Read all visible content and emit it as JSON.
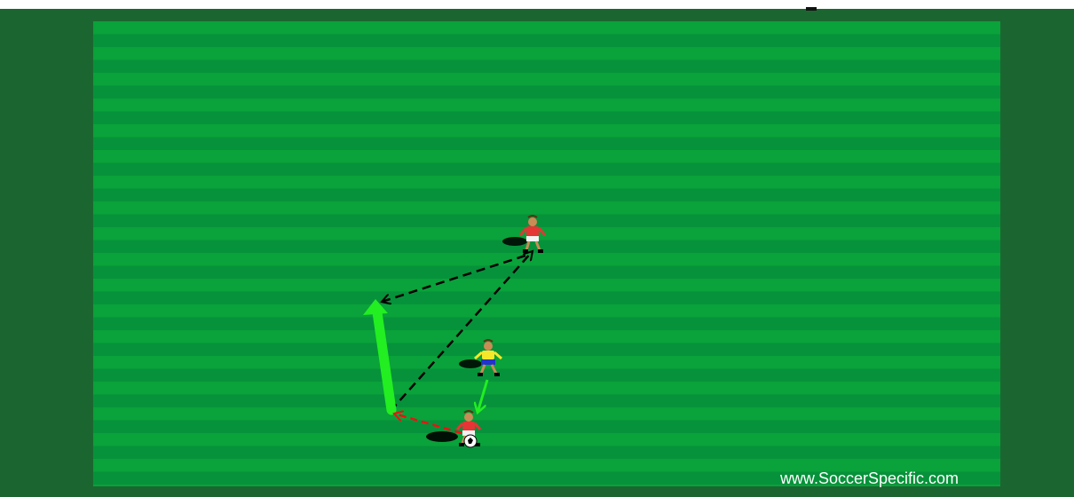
{
  "watermark": "www.SoccerSpecific.com",
  "colors": {
    "background": "#ffffff",
    "outer_field": "#1b6630",
    "pitch_light": "#0aa23a",
    "pitch_dark": "#06923a",
    "team_red_shirt": "#e53535",
    "team_red_shorts": "#f2f2f2",
    "team_yellow_shirt": "#f5e72a",
    "team_yellow_shorts": "#2233cc",
    "pass_arrow": "#000000",
    "run_arrow": "#22ee22",
    "dribble_arrow": "#ee1111"
  },
  "players": [
    {
      "team": "red",
      "role": "attacker"
    },
    {
      "team": "yellow",
      "role": "defender"
    },
    {
      "team": "red",
      "role": "attacker-with-ball"
    }
  ],
  "arrows": [
    {
      "type": "pass",
      "style": "dashed",
      "color": "black"
    },
    {
      "type": "pass",
      "style": "dashed",
      "color": "black"
    },
    {
      "type": "run",
      "style": "solid-thick",
      "color": "green"
    },
    {
      "type": "dribble",
      "style": "dashed",
      "color": "red"
    },
    {
      "type": "defender-pressure",
      "style": "solid",
      "color": "green"
    }
  ]
}
